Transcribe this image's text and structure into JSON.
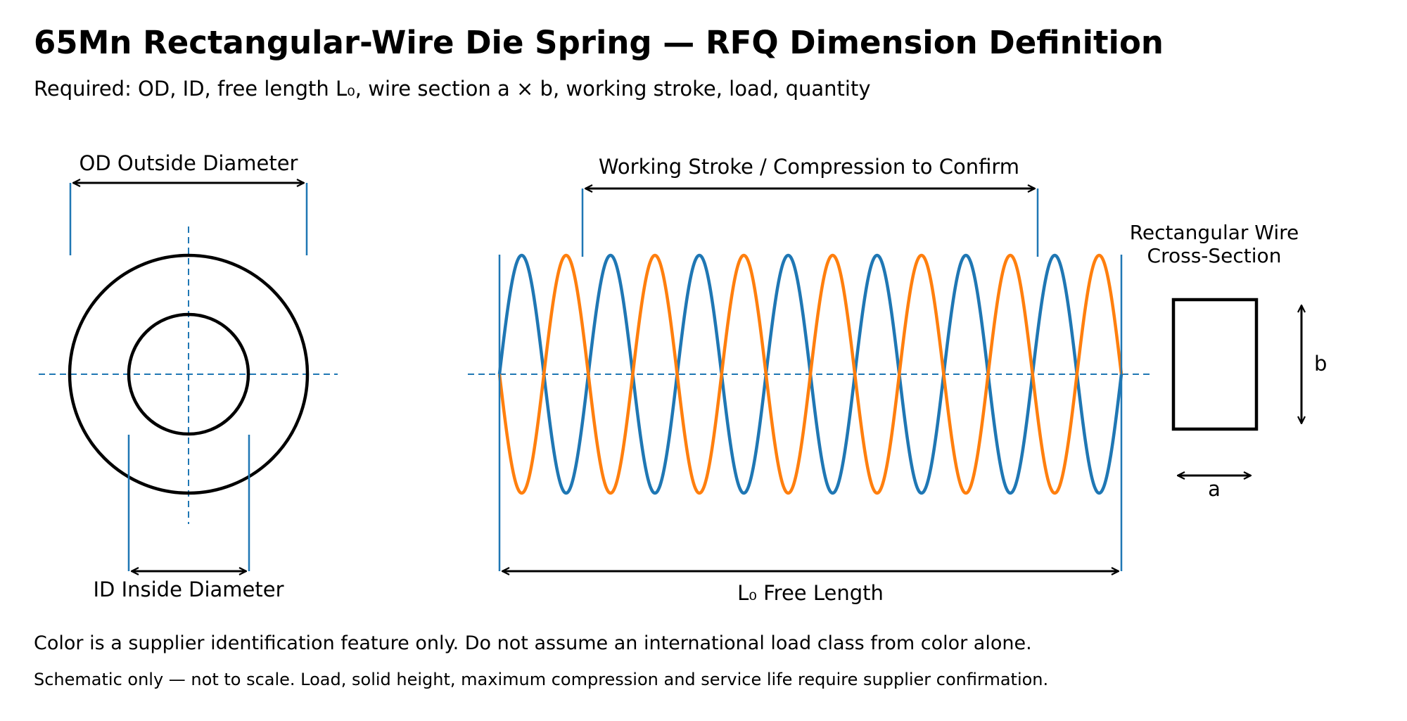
{
  "title": "65Mn Rectangular-Wire Die Spring — RFQ Dimension Definition",
  "subtitle": "Required: OD, ID, free length L₀, wire section a × b, working stroke, load, quantity",
  "end_view": {
    "od_label": "OD  Outside Diameter",
    "id_label": "ID  Inside Diameter"
  },
  "side_view": {
    "stroke_label": "Working Stroke / Compression to Confirm",
    "free_length_label": "L₀  Free Length",
    "coil_count": 14,
    "colors": {
      "coil_a": "#1f77b4",
      "coil_b": "#ff7f0e"
    }
  },
  "cross_section": {
    "title_line1": "Rectangular Wire",
    "title_line2": "Cross-Section",
    "width_label": "a",
    "height_label": "b"
  },
  "notes": {
    "color_note": "Color is a supplier identification feature only. Do not assume an international load class from color alone.",
    "disclaimer": "Schematic only — not to scale. Load, solid height, maximum compression and service life require supplier confirmation."
  },
  "colors": {
    "dimension_lines": "#000000",
    "extension_lines": "#1f77b4"
  }
}
